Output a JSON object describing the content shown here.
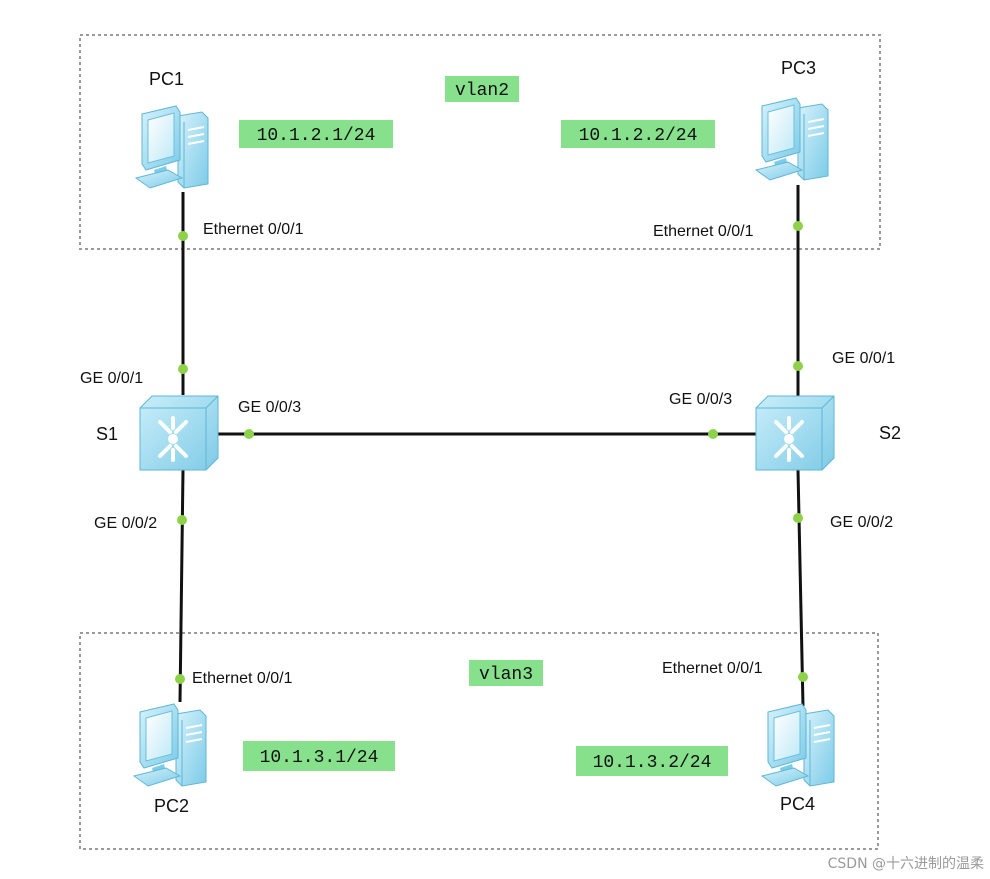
{
  "colors": {
    "tag_bg": "#86e08c",
    "port_dot": "#8ed14a",
    "link": "#111111",
    "zone_border": "#9a9a9a",
    "pc_body": "#8fd6ef",
    "switch_body": "#8fd6ef"
  },
  "icons": {
    "pc": "desktop-pc-icon",
    "switch": "layer3-switch-icon"
  },
  "zones": {
    "top": {
      "vlan": "vlan2"
    },
    "bottom": {
      "vlan": "vlan3"
    }
  },
  "devices": {
    "pc1": {
      "label": "PC1",
      "ip": "10.1.2.1/24",
      "port": "Ethernet 0/0/1"
    },
    "pc3": {
      "label": "PC3",
      "ip": "10.1.2.2/24",
      "port": "Ethernet 0/0/1"
    },
    "pc2": {
      "label": "PC2",
      "ip": "10.1.3.1/24",
      "port": "Ethernet 0/0/1"
    },
    "pc4": {
      "label": "PC4",
      "ip": "10.1.3.2/24",
      "port": "Ethernet 0/0/1"
    },
    "s1": {
      "label": "S1",
      "port_up": "GE 0/0/1",
      "port_down": "GE 0/0/2",
      "port_trunk": "GE 0/0/3"
    },
    "s2": {
      "label": "S2",
      "port_up": "GE 0/0/1",
      "port_down": "GE 0/0/2",
      "port_trunk": "GE 0/0/3"
    }
  },
  "watermark": "CSDN @十六进制的温柔"
}
